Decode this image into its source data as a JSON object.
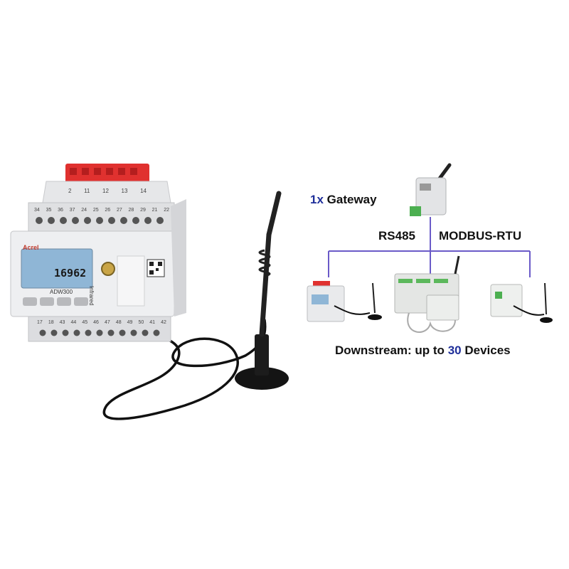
{
  "meter": {
    "brand": "Acrel",
    "model": "ADW300",
    "display_reading": "16962",
    "top_terminal_numbers": [
      "2",
      "11",
      "12",
      "13",
      "14"
    ],
    "mid_terminal_numbers": [
      "34",
      "35",
      "36",
      "37",
      "24",
      "25",
      "26",
      "27",
      "28",
      "29",
      "21",
      "22"
    ],
    "bottom_terminal_numbers": [
      "17",
      "18",
      "43",
      "44",
      "45",
      "46",
      "47",
      "48",
      "49",
      "50",
      "41",
      "42"
    ],
    "side_label": "Infrared"
  },
  "gateway": {
    "count_prefix": "1x",
    "label": "Gateway"
  },
  "protocol": {
    "bus": "RS485",
    "protocol_name": "MODBUS-RTU"
  },
  "downstream": {
    "prefix": "Downstream: up to",
    "count": "30",
    "suffix": "Devices"
  },
  "colors": {
    "accent_blue": "#1f2f9a",
    "bus_line_purple": "#6a5ac8",
    "terminal_red": "#e0312f"
  }
}
